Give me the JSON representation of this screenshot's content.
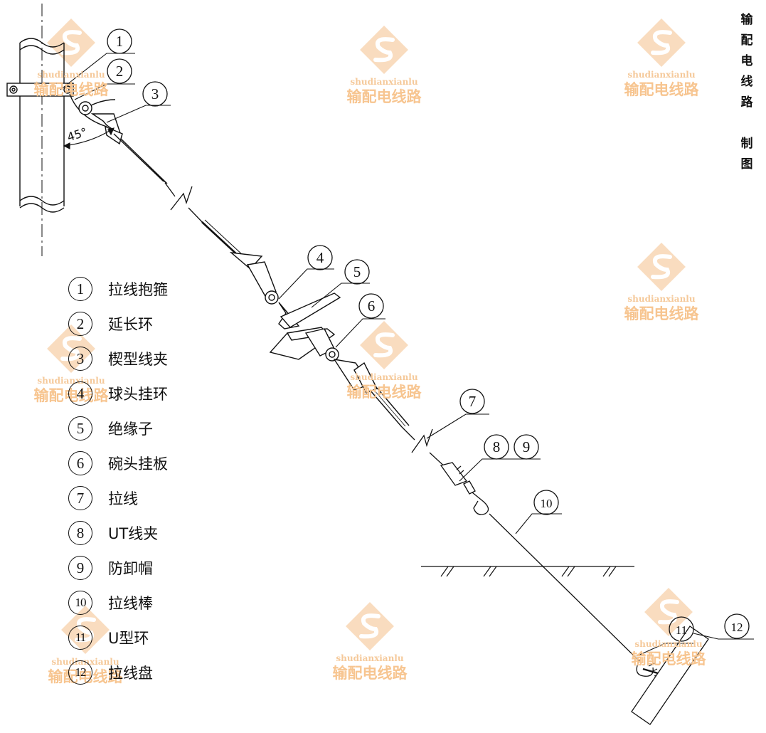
{
  "title_vertical": [
    "输",
    "配",
    "电",
    "线",
    "路",
    "",
    "制",
    "图"
  ],
  "angle_label": "45°",
  "callouts": [
    {
      "num": "1"
    },
    {
      "num": "2"
    },
    {
      "num": "3"
    },
    {
      "num": "4"
    },
    {
      "num": "5"
    },
    {
      "num": "6"
    },
    {
      "num": "7"
    },
    {
      "num": "8"
    },
    {
      "num": "9"
    },
    {
      "num": "10"
    },
    {
      "num": "11"
    },
    {
      "num": "12"
    }
  ],
  "legend": [
    {
      "num": "1",
      "label": "拉线抱箍"
    },
    {
      "num": "2",
      "label": "延长环"
    },
    {
      "num": "3",
      "label": "楔型线夹"
    },
    {
      "num": "4",
      "label": "球头挂环"
    },
    {
      "num": "5",
      "label": "绝缘子"
    },
    {
      "num": "6",
      "label": "碗头挂板"
    },
    {
      "num": "7",
      "label": "拉线"
    },
    {
      "num": "8",
      "label": "UT线夹"
    },
    {
      "num": "9",
      "label": "防卸帽"
    },
    {
      "num": "10",
      "label": "拉线棒"
    },
    {
      "num": "11",
      "label": "U型环"
    },
    {
      "num": "12",
      "label": "拉线盘"
    }
  ],
  "watermark": {
    "text_en": "shudianxianlu",
    "text_cn": "输配电线路",
    "color": "#f5c08a"
  }
}
